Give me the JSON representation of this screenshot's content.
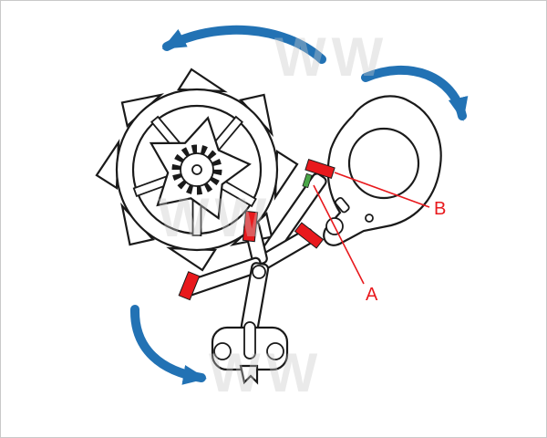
{
  "figure": {
    "title": "watch-escapement-diagram",
    "labels": {
      "a": "A",
      "b": "B"
    },
    "watermarks": [
      "WW",
      "WW",
      "WW"
    ],
    "colors": {
      "red": "#e8191d",
      "blue": "#2272b4",
      "green": "#4aa648",
      "line": "#1a1a1a",
      "watermark": "#c9c9c9",
      "background": "#ffffff"
    },
    "arrows": [
      {
        "name": "escape-wheel-arrow",
        "direction": "counterclockwise"
      },
      {
        "name": "balance-arrow",
        "direction": "clockwise"
      },
      {
        "name": "pallet-fork-arrow",
        "direction": "clockwise"
      }
    ],
    "callouts": [
      {
        "label": "A",
        "points_to": "locking-stone-area"
      },
      {
        "label": "B",
        "points_to": "entry-pallet-jewel"
      }
    ]
  }
}
